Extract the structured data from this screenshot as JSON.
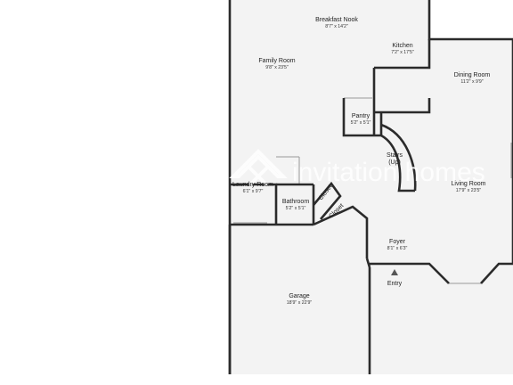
{
  "colors": {
    "wall": "#2b2b2b",
    "floor": "#f3f3f3",
    "thin_wall": "#9a9a9a",
    "watermark": "#ffffff"
  },
  "rooms": {
    "breakfast_nook": {
      "name": "Breakfast Nook",
      "dim": "8'7\" x 14'2\""
    },
    "kitchen": {
      "name": "Kitchen",
      "dim": "7'2\" x 17'5\""
    },
    "family_room": {
      "name": "Family Room",
      "dim": "9'8\" x 23'5\""
    },
    "dining_room": {
      "name": "Dining Room",
      "dim": "11'2\" x 9'9\""
    },
    "pantry": {
      "name": "Pantry",
      "dim": "5'2\" x 5'1\""
    },
    "stairs": {
      "name": "Stairs",
      "note": "(Up)"
    },
    "laundry_room": {
      "name": "Laundry Room",
      "dim": "6'1\" x 9'7\""
    },
    "bathroom": {
      "name": "Bathroom",
      "dim": "5'2\" x 5'1\""
    },
    "closet_1": {
      "name": "Closet"
    },
    "closet_2": {
      "name": "Closet"
    },
    "living_room": {
      "name": "Living Room",
      "dim": "17'9\" x 23'5\""
    },
    "foyer": {
      "name": "Foyer",
      "dim": "8'1\" x 6'3\""
    },
    "garage": {
      "name": "Garage",
      "dim": "18'9\" x 22'9\""
    }
  },
  "entry_label": "Entry",
  "watermark": {
    "text": "invitation homes",
    "icon": "house-logo-icon"
  }
}
